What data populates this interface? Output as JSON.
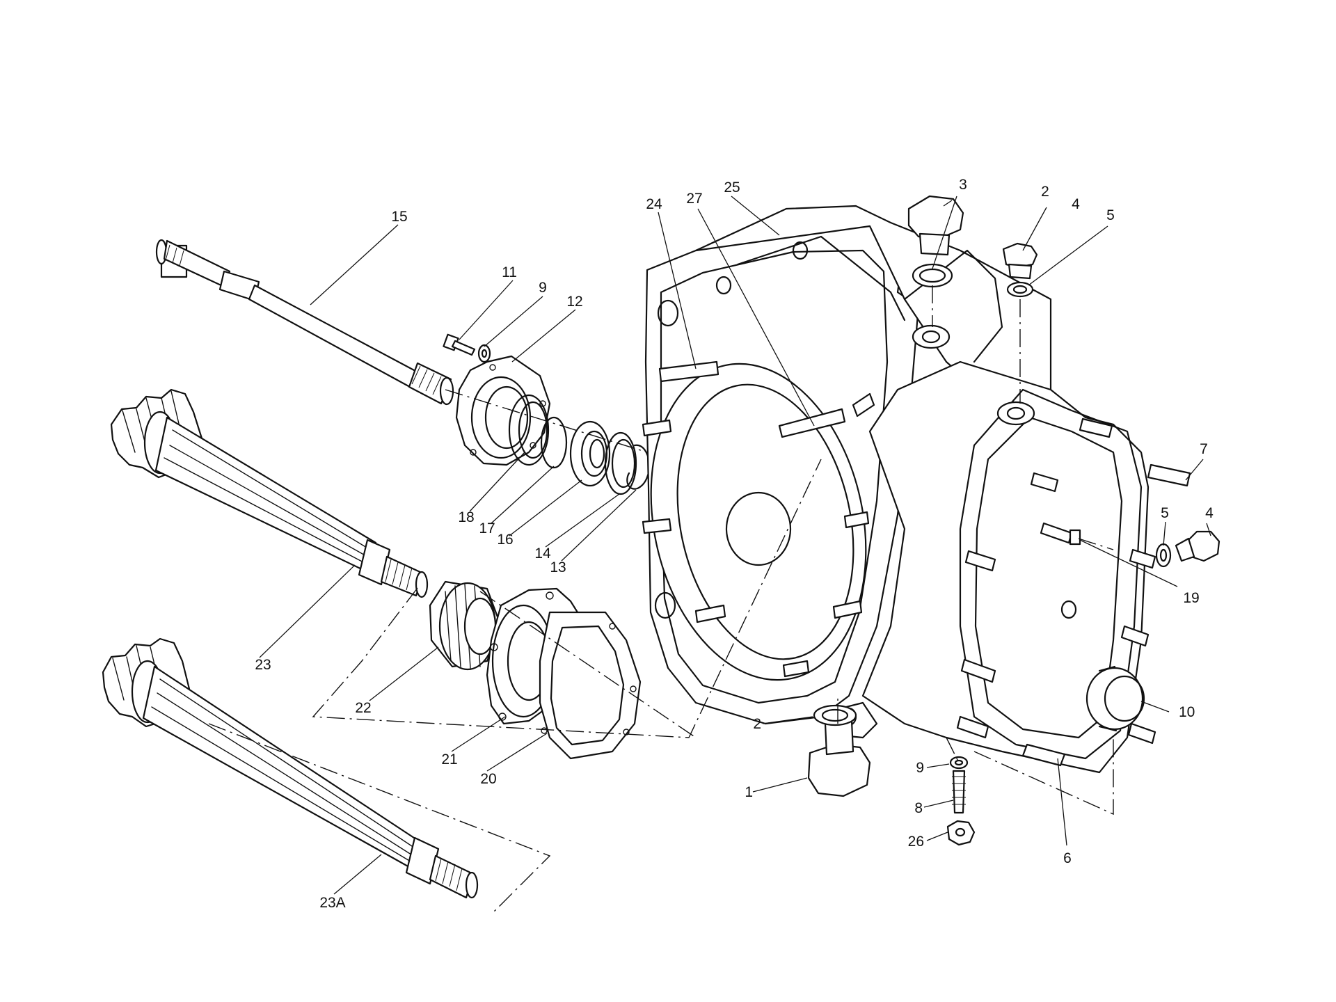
{
  "diagram": {
    "callouts": [
      {
        "id": "c1",
        "text": "1"
      },
      {
        "id": "c2a",
        "text": "2"
      },
      {
        "id": "c2b",
        "text": "2"
      },
      {
        "id": "c3",
        "text": "3"
      },
      {
        "id": "c4a",
        "text": "4"
      },
      {
        "id": "c4b",
        "text": "4"
      },
      {
        "id": "c5a",
        "text": "5"
      },
      {
        "id": "c5b",
        "text": "5"
      },
      {
        "id": "c6",
        "text": "6"
      },
      {
        "id": "c7",
        "text": "7"
      },
      {
        "id": "c8",
        "text": "8"
      },
      {
        "id": "c9a",
        "text": "9"
      },
      {
        "id": "c9b",
        "text": "9"
      },
      {
        "id": "c10",
        "text": "10"
      },
      {
        "id": "c11",
        "text": "11"
      },
      {
        "id": "c12",
        "text": "12"
      },
      {
        "id": "c13",
        "text": "13"
      },
      {
        "id": "c14",
        "text": "14"
      },
      {
        "id": "c15",
        "text": "15"
      },
      {
        "id": "c16",
        "text": "16"
      },
      {
        "id": "c17",
        "text": "17"
      },
      {
        "id": "c18",
        "text": "18"
      },
      {
        "id": "c19",
        "text": "19"
      },
      {
        "id": "c20",
        "text": "20"
      },
      {
        "id": "c21",
        "text": "21"
      },
      {
        "id": "c22",
        "text": "22"
      },
      {
        "id": "c23",
        "text": "23"
      },
      {
        "id": "c23A",
        "text": "23A"
      },
      {
        "id": "c24",
        "text": "24"
      },
      {
        "id": "c25",
        "text": "25"
      },
      {
        "id": "c26",
        "text": "26"
      },
      {
        "id": "c27",
        "text": "27"
      }
    ]
  }
}
